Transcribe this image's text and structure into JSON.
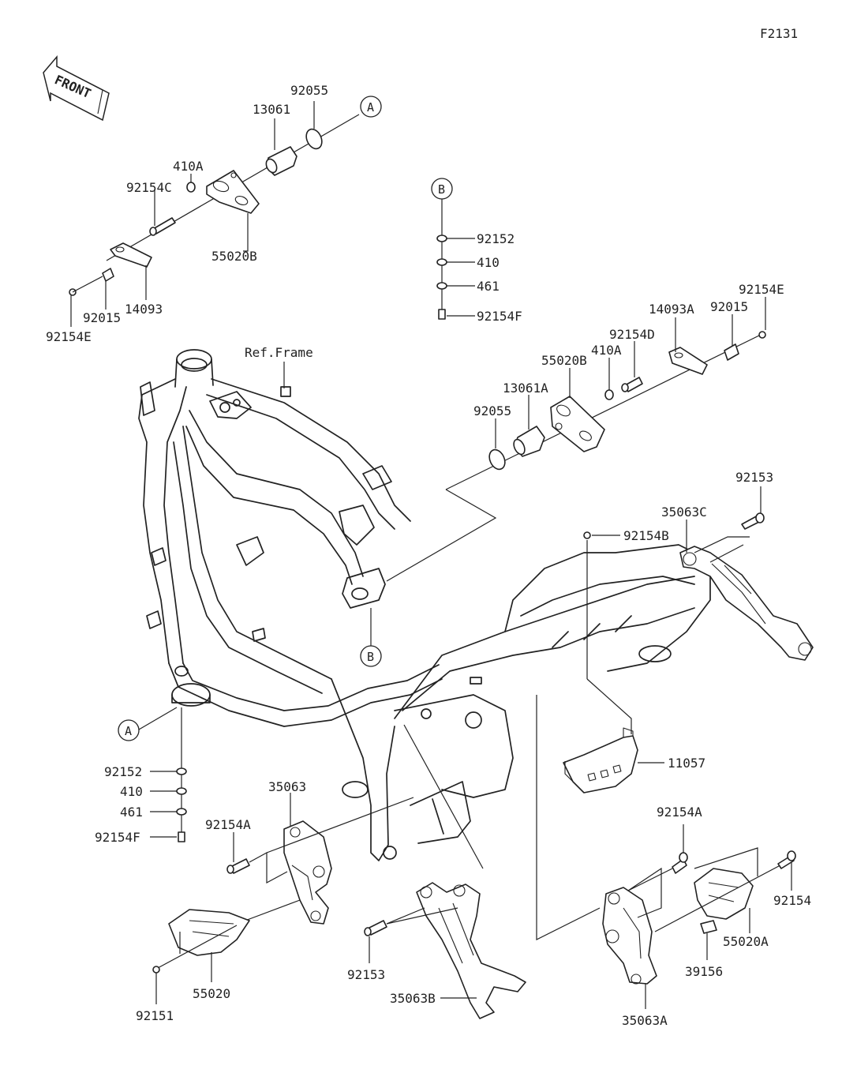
{
  "figure_code": "F2131",
  "front_label": "FRONT",
  "ref_frame_label": "Ref.Frame",
  "callouts": {
    "A_top": "A",
    "A_bottom": "A",
    "B_top": "B",
    "B_bottom": "B"
  },
  "parts": {
    "p92055_top": "92055",
    "p13061": "13061",
    "p410A_top": "410A",
    "p92154C": "92154C",
    "p55020B_top": "55020B",
    "p14093": "14093",
    "p92015_left": "92015",
    "p92154E_left": "92154E",
    "p92152_top": "92152",
    "p410_top": "410",
    "p461_top": "461",
    "p92154F_top": "92154F",
    "p14093A": "14093A",
    "p92015_right": "92015",
    "p92154E_right": "92154E",
    "p92154D": "92154D",
    "p410A_right": "410A",
    "p55020B_right": "55020B",
    "p13061A": "13061A",
    "p92055_right": "92055",
    "p92153_top": "92153",
    "p35063C": "35063C",
    "p92154B": "92154B",
    "p11057": "11057",
    "p92152_bottom": "92152",
    "p410_bottom": "410",
    "p461_bottom": "461",
    "p92154F_bottom": "92154F",
    "p35063": "35063",
    "p92154A_left": "92154A",
    "p55020": "55020",
    "p92151": "92151",
    "p92153_bottom": "92153",
    "p35063B": "35063B",
    "p92154A_right": "92154A",
    "p92154": "92154",
    "p55020A": "55020A",
    "p39156": "39156",
    "p35063A": "35063A"
  }
}
